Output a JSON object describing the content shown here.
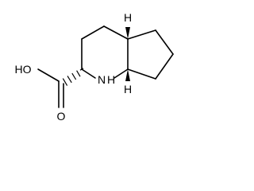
{
  "molecule": {
    "atom_labels": {
      "hydroxyl": "HO",
      "carbonyl_oxygen": "O",
      "ring_nitrogen": "N",
      "ring_nitrogen_hydrogen": "H",
      "top_stereo_hydrogen": "H",
      "bottom_stereo_hydrogen": "H"
    }
  },
  "colors": {
    "ink": "#000000",
    "background": "#ffffff"
  }
}
